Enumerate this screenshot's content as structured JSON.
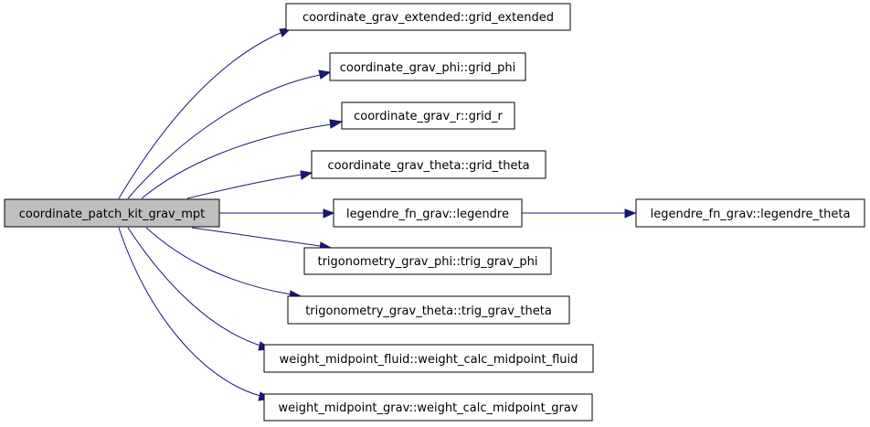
{
  "colors": {
    "edge": "#191970",
    "root_fill": "#bfbfbf",
    "node_fill": "#ffffff",
    "border": "#000000"
  },
  "nodes": {
    "root": "coordinate_patch_kit_grav_mpt",
    "grid_extended": "coordinate_grav_extended::grid_extended",
    "grid_phi": "coordinate_grav_phi::grid_phi",
    "grid_r": "coordinate_grav_r::grid_r",
    "grid_theta": "coordinate_grav_theta::grid_theta",
    "legendre": "legendre_fn_grav::legendre",
    "legendre_theta": "legendre_fn_grav::legendre_theta",
    "trig_grav_phi": "trigonometry_grav_phi::trig_grav_phi",
    "trig_grav_theta": "trigonometry_grav_theta::trig_grav_theta",
    "weight_calc_midpoint_fluid": "weight_midpoint_fluid::weight_calc_midpoint_fluid",
    "weight_calc_midpoint_grav": "weight_midpoint_grav::weight_calc_midpoint_grav"
  },
  "edges": [
    {
      "from": "root",
      "to": "grid_extended"
    },
    {
      "from": "root",
      "to": "grid_phi"
    },
    {
      "from": "root",
      "to": "grid_r"
    },
    {
      "from": "root",
      "to": "grid_theta"
    },
    {
      "from": "root",
      "to": "legendre"
    },
    {
      "from": "root",
      "to": "trig_grav_phi"
    },
    {
      "from": "root",
      "to": "trig_grav_theta"
    },
    {
      "from": "root",
      "to": "weight_calc_midpoint_fluid"
    },
    {
      "from": "root",
      "to": "weight_calc_midpoint_grav"
    },
    {
      "from": "legendre",
      "to": "legendre_theta"
    }
  ]
}
